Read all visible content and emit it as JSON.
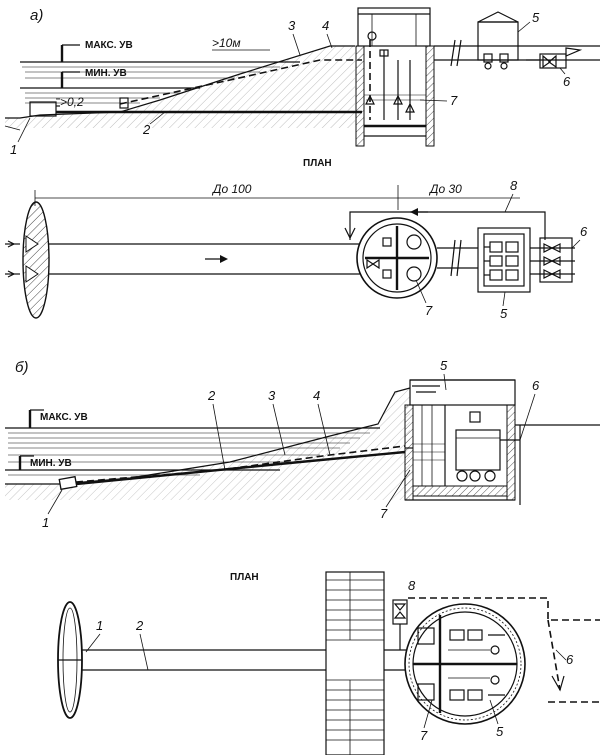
{
  "part_a": {
    "label": "а)",
    "max_level": "МАКС. УВ",
    "min_level": "МИН. УВ",
    "dim_10": ">10м",
    "dim_02": ">0,2",
    "plan_title": "ПЛАН",
    "dim_100": "До 100",
    "dim_30": "До 30",
    "callouts": [
      "1",
      "2",
      "3",
      "4",
      "5",
      "6",
      "7",
      "8"
    ]
  },
  "part_b": {
    "label": "б)",
    "max_level": "МАКС. УВ",
    "min_level": "МИН. УВ",
    "plan_title": "ПЛАН",
    "callouts": [
      "1",
      "2",
      "3",
      "4",
      "5",
      "6",
      "7",
      "8"
    ]
  }
}
